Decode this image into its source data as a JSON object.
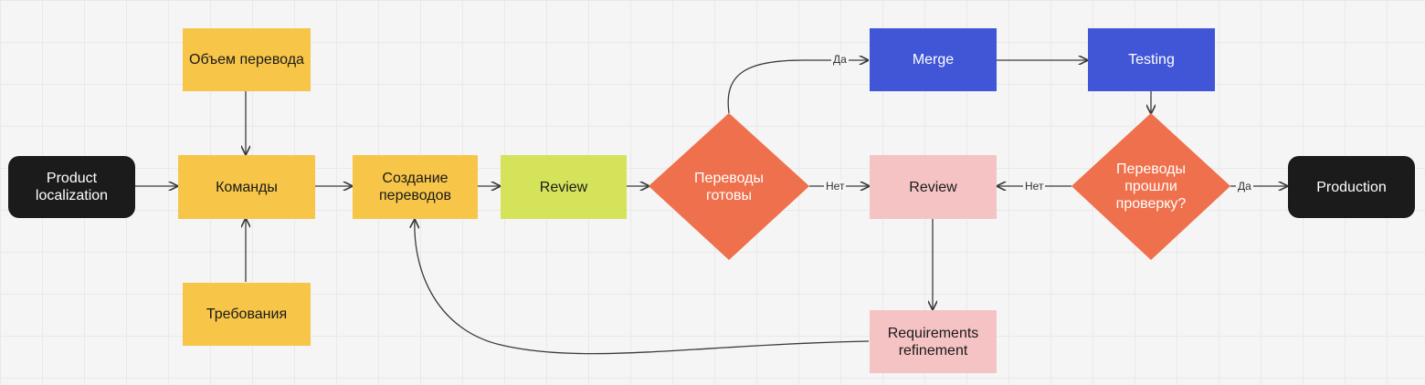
{
  "colors": {
    "black_node": "#1b1b1b",
    "yellow_node": "#f7c548",
    "green_node": "#d5e35a",
    "orange_diamond": "#ef704c",
    "blue_node": "#4056d6",
    "pink_node": "#f5c3c4",
    "edge": "#3a3a3a"
  },
  "nodes": {
    "product_localization": "Product\nlocalization",
    "translation_volume": "Объем перевода",
    "teams": "Команды",
    "requirements": "Требования",
    "create_translations": "Создание\nпереводов",
    "review_1": "Review",
    "translations_ready": "Переводы\nготовы",
    "merge": "Merge",
    "testing": "Testing",
    "review_2": "Review",
    "translations_passed": "Переводы\nпрошли\nпроверку?",
    "production": "Production",
    "requirements_refinement": "Requirements\nrefinement"
  },
  "edge_labels": {
    "ready_yes": "Да",
    "ready_no": "Нет",
    "passed_no": "Нет",
    "passed_yes": "Да"
  }
}
